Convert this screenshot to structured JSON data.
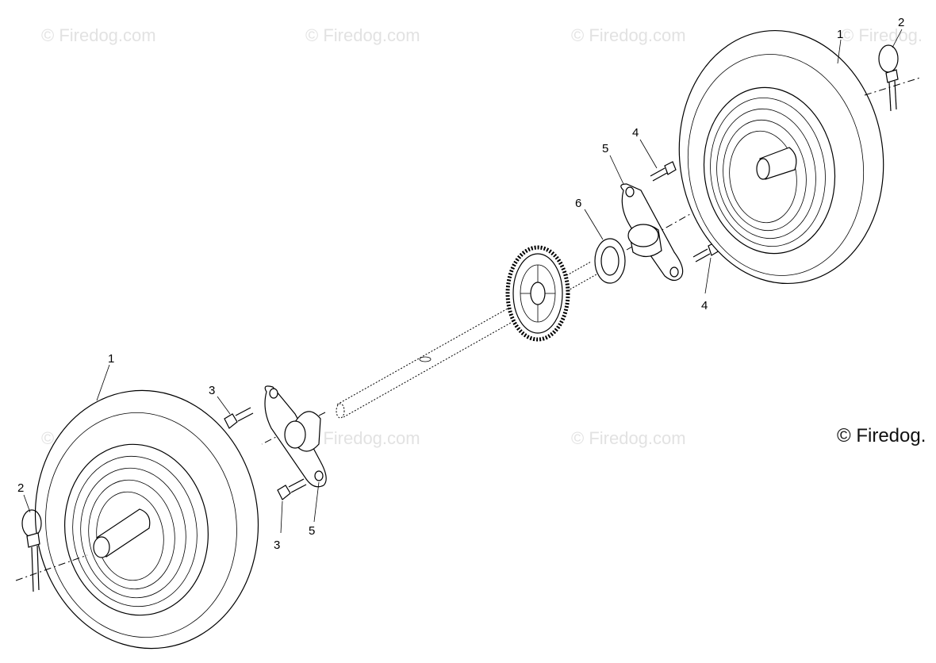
{
  "watermarks": {
    "w1": "© Firedog.com",
    "w2": "© Firedog.com",
    "w3": "© Firedog.com",
    "w4": "© Firedog.",
    "w5": "© Firedog.com",
    "w6": "© Firedog.com",
    "w7": "© Firedog.com",
    "w8": "© Firedog."
  },
  "callouts": {
    "wheel_right": "1",
    "wheel_left": "1",
    "pin_right": "2",
    "pin_left": "2",
    "bolt_left_top": "3",
    "bolt_left_bottom": "3",
    "bolt_right_top": "4",
    "bolt_right_bottom": "4",
    "flange_right": "5",
    "flange_left": "5",
    "washer": "6"
  }
}
